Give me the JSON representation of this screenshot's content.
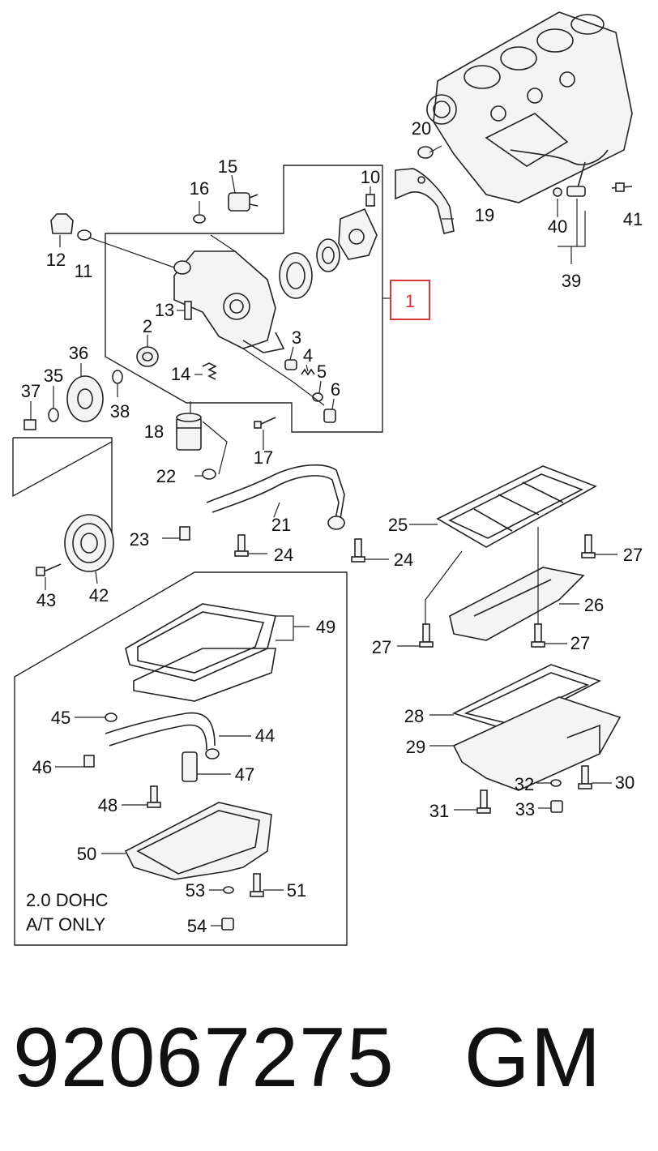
{
  "callouts": {
    "c1": "1",
    "c2": "2",
    "c3": "3",
    "c4": "4",
    "c5": "5",
    "c6": "6",
    "c10": "10",
    "c11": "11",
    "c12": "12",
    "c13": "13",
    "c14": "14",
    "c15": "15",
    "c16": "16",
    "c17": "17",
    "c18": "18",
    "c19": "19",
    "c20": "20",
    "c21": "21",
    "c22": "22",
    "c23": "23",
    "c24a": "24",
    "c24b": "24",
    "c25": "25",
    "c26": "26",
    "c27a": "27",
    "c27b": "27",
    "c27c": "27",
    "c28": "28",
    "c29": "29",
    "c30": "30",
    "c31": "31",
    "c32": "32",
    "c33": "33",
    "c35": "35",
    "c36": "36",
    "c37": "37",
    "c38": "38",
    "c39": "39",
    "c40": "40",
    "c41": "41",
    "c42": "42",
    "c43": "43",
    "c44": "44",
    "c45": "45",
    "c46": "46",
    "c47": "47",
    "c48": "48",
    "c49": "49",
    "c50": "50",
    "c51": "51",
    "c53": "53",
    "c54": "54"
  },
  "inset_note": {
    "line1": "2.0  DOHC",
    "line2": "A/T ONLY"
  },
  "footer": {
    "part_number": "92067275",
    "brand": "GM"
  },
  "colors": {
    "highlight": "#d9363e",
    "ink": "#222222"
  }
}
